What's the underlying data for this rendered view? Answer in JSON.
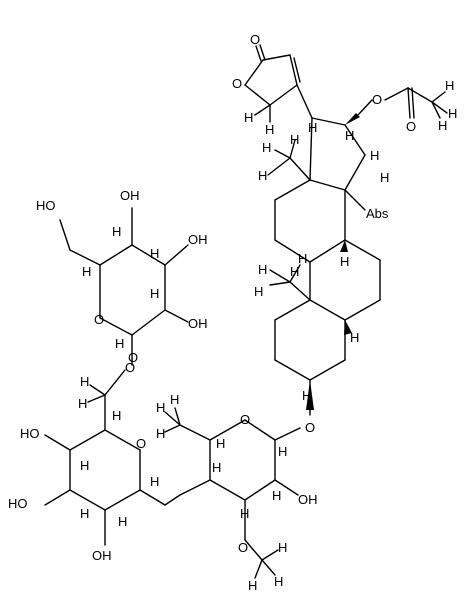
{
  "labels": {
    "o_carbonyl_lactone": "O",
    "o_ring_lactone": "O",
    "h_lactone_ch2_1": "H",
    "h_lactone_ch2_2": "H",
    "o_acetate_link": "O",
    "o_acetate_carbonyl": "O",
    "h_acetate_1": "H",
    "h_acetate_2": "H",
    "h_acetate_3": "H",
    "h_c17": "H",
    "h_c16": "H",
    "h_c15_1": "H",
    "h_c15_2": "H",
    "methyl18_h1": "H",
    "methyl18_h2": "H",
    "methyl18_h3": "H",
    "oh_c14": "Abs",
    "h_c8": "H",
    "h_c9": "H",
    "methyl19_h1": "H",
    "methyl19_h2": "H",
    "methyl19_h3": "H",
    "h_c5": "H",
    "h_c3": "H",
    "o_glycosidic_steroid": "O",
    "glc_top_oh_ch2": "HO",
    "glc_top_oh_4": "OH",
    "glc_top_oh_3": "OH",
    "glc_top_oh_2": "OH",
    "glc_top_ring_o": "O",
    "glc_top_anomeric_o": "O",
    "glc_top_h1": "H",
    "glc_top_h2": "H",
    "glc_top_h3": "H",
    "glc_top_h4": "H",
    "glc_top_h5": "H",
    "glc_mid_oh_4": "HO",
    "glc_mid_oh_3": "HO",
    "glc_mid_oh_2": "OH",
    "glc_mid_ring_o": "O",
    "glc_mid_link_o": "O",
    "glc_mid_h_ch2_1": "H",
    "glc_mid_h_ch2_2": "H",
    "glc_mid_h5": "H",
    "glc_mid_h4": "H",
    "glc_mid_h3": "H",
    "glc_mid_h2": "H",
    "glc_mid_h1": "H",
    "dig_ring_o": "O",
    "dig_oh_2": "OH",
    "dig_ome_o": "O",
    "dig_ome_c_h1": "H",
    "dig_ome_c_h2": "H",
    "dig_ome_c_h3": "H",
    "dig_methyl_h1": "H",
    "dig_methyl_h2": "H",
    "dig_methyl_h3": "H",
    "dig_h1": "H",
    "dig_h2": "H",
    "dig_h3": "H",
    "dig_h4": "H",
    "dig_h5": "H"
  }
}
